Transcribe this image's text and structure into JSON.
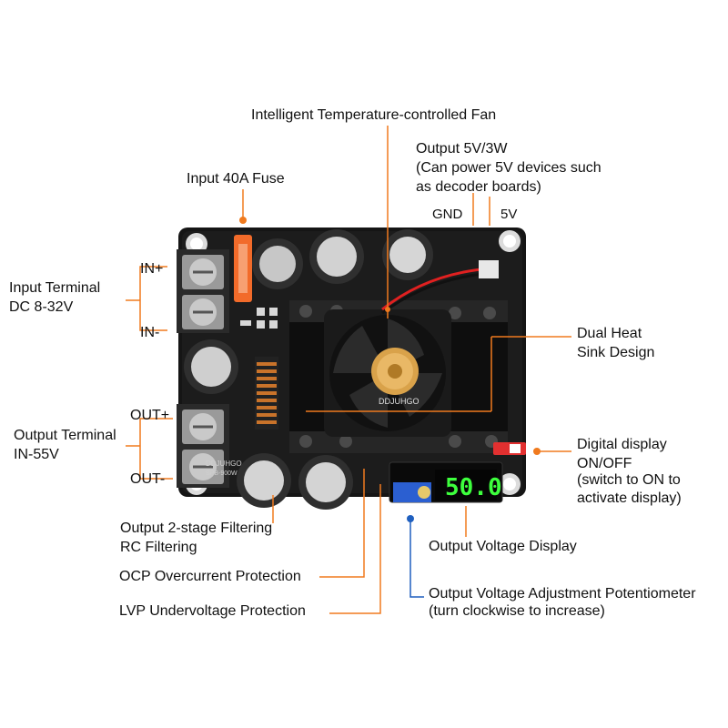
{
  "labels": {
    "fan": "Intelligent Temperature-controlled Fan",
    "out5v_l1": "Output 5V/3W",
    "out5v_l2": "(Can power 5V devices such",
    "out5v_l3": "as decoder boards)",
    "gnd": "GND",
    "v5": "5V",
    "fuse": "Input 40A Fuse",
    "in_plus": "IN+",
    "in_minus": "IN-",
    "input_terminal_l1": "Input Terminal",
    "input_terminal_l2": "DC 8-32V",
    "heatsink_l1": "Dual Heat",
    "heatsink_l2": "Sink Design",
    "out_plus": "OUT+",
    "out_minus": "OUT-",
    "output_terminal_l1": "Output Terminal",
    "output_terminal_l2": "IN-55V",
    "display_switch_l1": "Digital display",
    "display_switch_l2": "ON/OFF",
    "display_switch_l3": "(switch to ON to",
    "display_switch_l4": "activate display)",
    "filter_l1": "Output 2-stage Filtering",
    "filter_l2": "RC Filtering",
    "voltage_display": "Output Voltage Display",
    "ocp": "OCP Overcurrent Protection",
    "pot_l1": "Output Voltage Adjustment Potentiometer",
    "pot_l2": "(turn clockwise to increase)",
    "lvp": "LVP Undervoltage Protection"
  },
  "board": {
    "display_reading": "50.0",
    "silk_brand": "DDJUHGO",
    "silk_model": "SPB-900W",
    "fan_brand": "DDJUHGO"
  },
  "colors": {
    "leader": "#f07a1e",
    "leader_blue": "#1f5fbf",
    "display_digits": "#3dff3d",
    "board": "#141414"
  }
}
